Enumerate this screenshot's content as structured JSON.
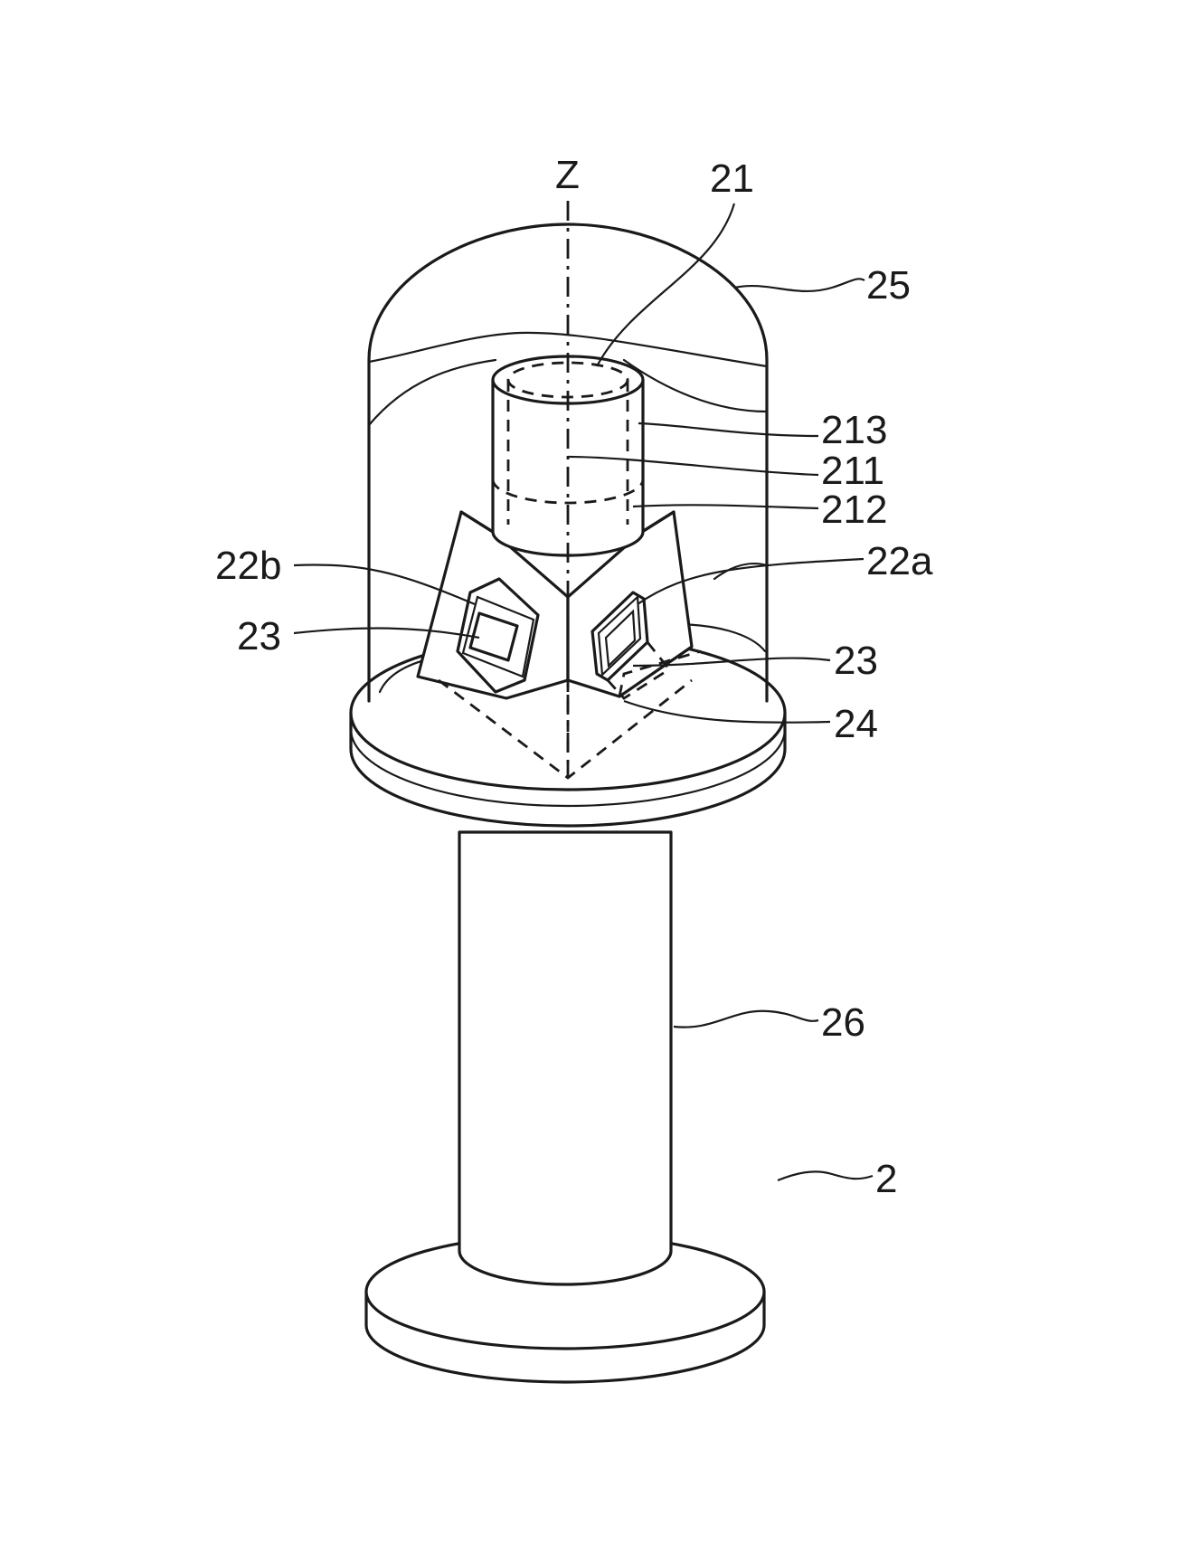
{
  "figure": {
    "labels": {
      "axis_z": "Z",
      "ref_21": "21",
      "ref_25": "25",
      "ref_213": "213",
      "ref_211": "211",
      "ref_212": "212",
      "ref_22a": "22a",
      "ref_22b": "22b",
      "ref_23_left": "23",
      "ref_23_right": "23",
      "ref_24": "24",
      "ref_26": "26",
      "ref_2": "2"
    },
    "colors": {
      "line": "#1a1a1a",
      "background": "#ffffff"
    }
  }
}
